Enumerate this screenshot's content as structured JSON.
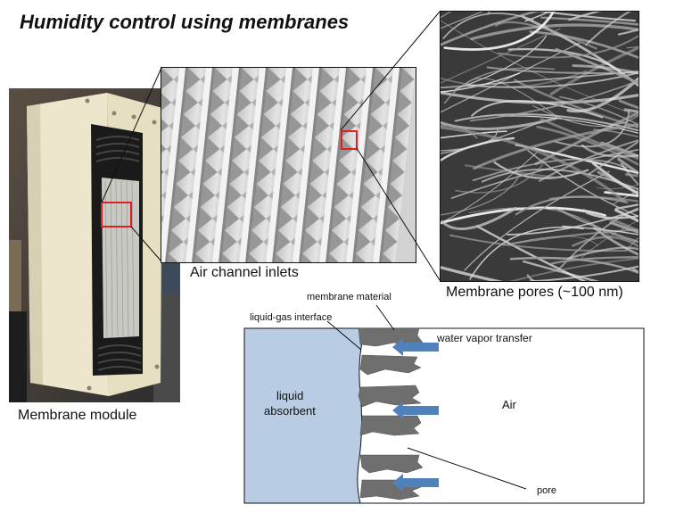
{
  "title": "Humidity control using membranes",
  "captions": {
    "module": "Membrane module",
    "inlets": "Air channel inlets",
    "pores": "Membrane pores (~100 nm)"
  },
  "schematic": {
    "membrane_material": "membrane material",
    "interface": "liquid-gas interface",
    "vapor": "water vapor transfer",
    "liquid": "liquid",
    "absorbent": "absorbent",
    "air": "Air",
    "pore": "pore"
  },
  "colors": {
    "liquid": "#b8cce4",
    "membrane": "#6f6f6f",
    "arrow": "#4f81bd",
    "highlight": "#e02020"
  }
}
